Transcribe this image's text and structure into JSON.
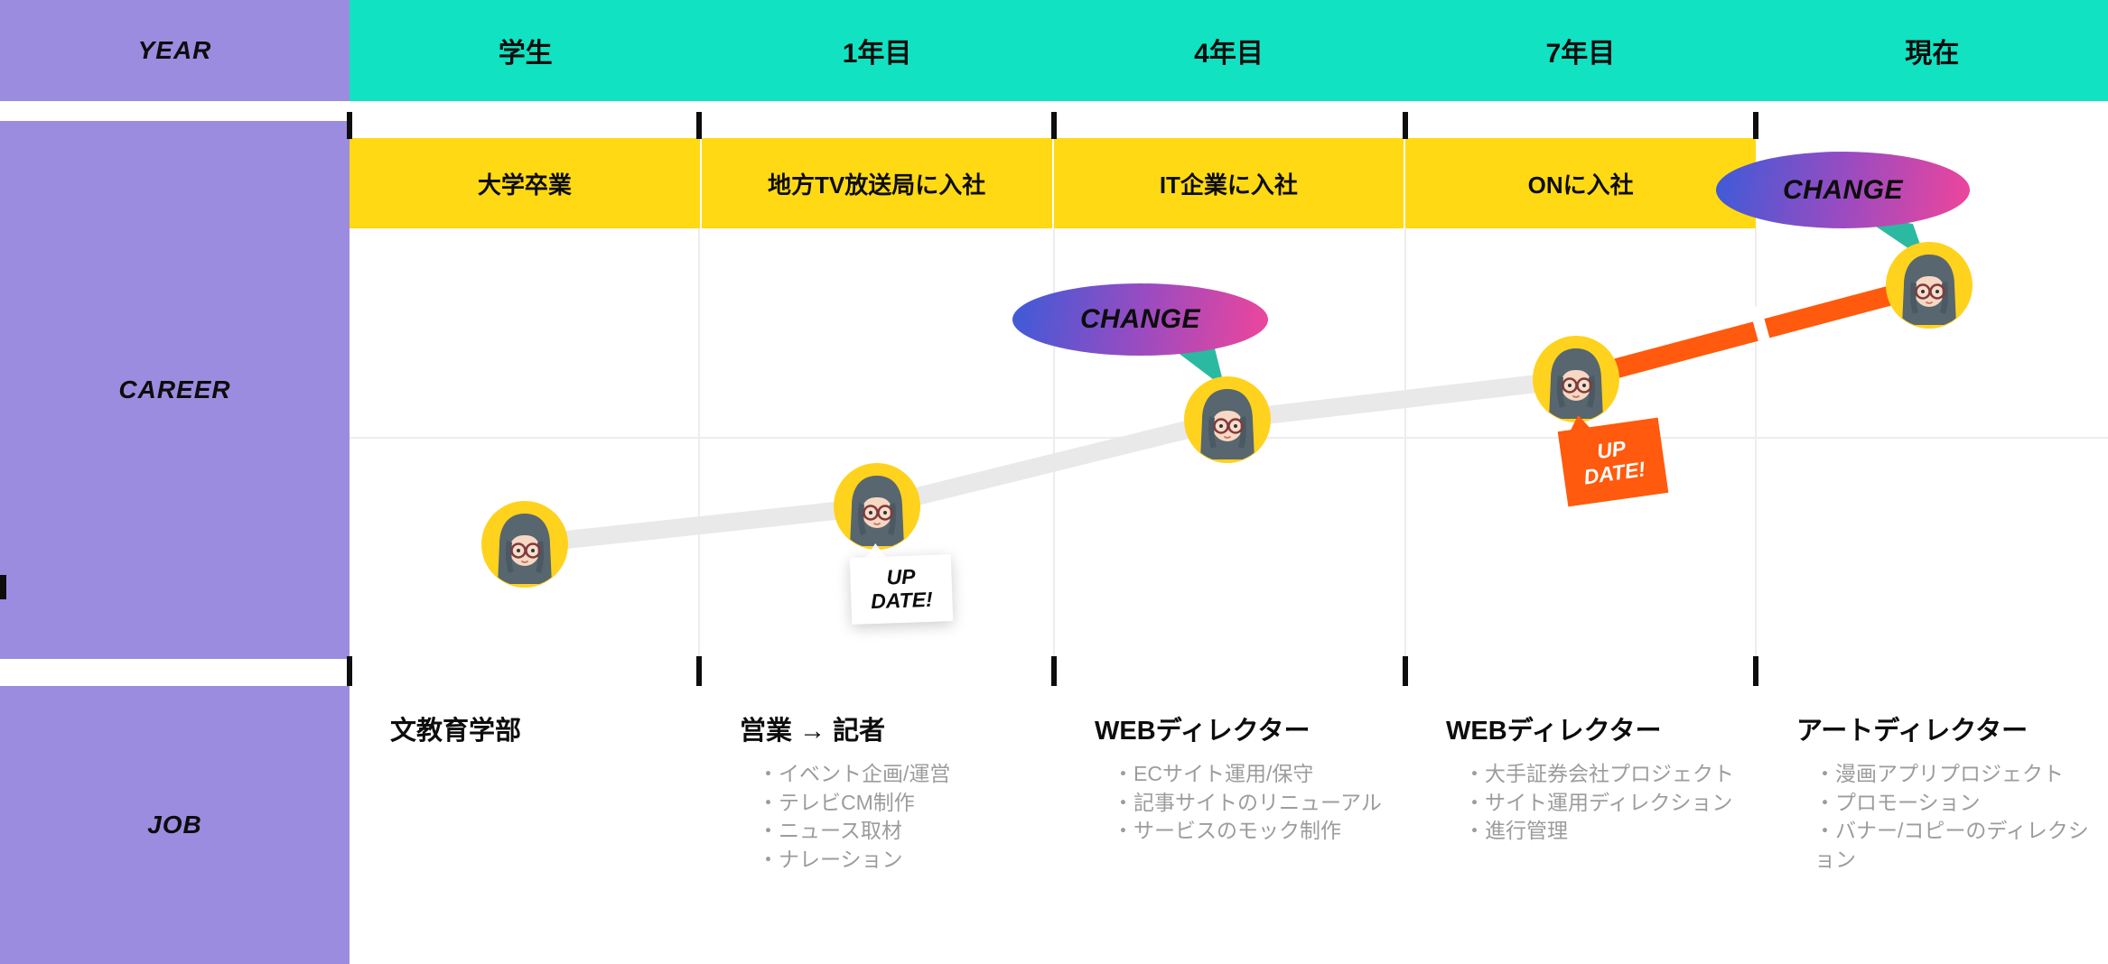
{
  "rows": {
    "year_label": "YEAR",
    "career_label": "CAREER",
    "job_label": "JOB"
  },
  "years": [
    "学生",
    "1年目",
    "4年目",
    "7年目",
    "現在"
  ],
  "milestones": [
    "大学卒業",
    "地方TV放送局に入社",
    "IT企業に入社",
    "ONに入社"
  ],
  "badges": {
    "change": "CHANGE",
    "update_line1": "UP",
    "update_line2": "DATE!"
  },
  "jobs": [
    {
      "title": "文教育学部",
      "bullets": []
    },
    {
      "title": "営業 → 記者",
      "bullets": [
        "・イベント企画/運営",
        "・テレビCM制作",
        "・ニュース取材",
        "・ナレーション"
      ]
    },
    {
      "title": "WEBディレクター",
      "bullets": [
        "・ECサイト運用/保守",
        "・記事サイトのリニューアル",
        "・サービスのモック制作"
      ]
    },
    {
      "title": "WEBディレクター",
      "bullets": [
        "・大手証券会社プロジェクト",
        "・サイト運用ディレクション",
        "・進行管理"
      ]
    },
    {
      "title": "アートディレクター",
      "bullets": [
        "・漫画アプリプロジェクト",
        "・プロモーション",
        "・バナー/コピーのディレクション"
      ]
    }
  ],
  "palette": {
    "purple": "#9B8CE0",
    "teal": "#10E2C2",
    "yellow": "#FFD914",
    "orange": "#FF5A0D",
    "path_gray": "#E9E9E9",
    "text_gray": "#9C9C9C",
    "bubble_blue": "#3C5BD8",
    "bubble_pink": "#F0459A",
    "tail_teal": "#2CB9A1",
    "avatar_yellow": "#FFD21E"
  }
}
